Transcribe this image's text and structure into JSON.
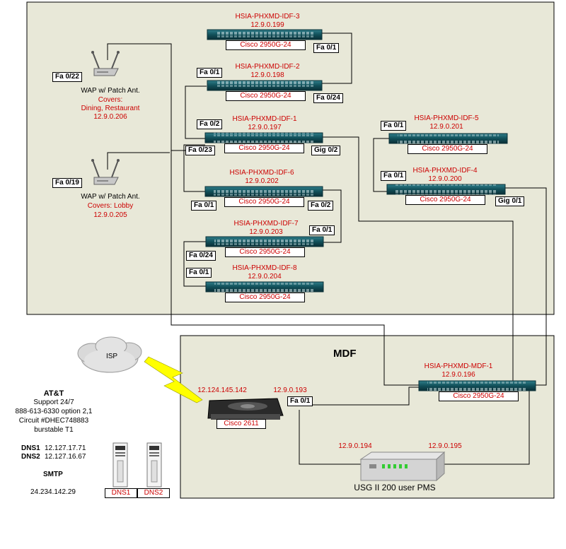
{
  "switches": {
    "idf3": {
      "name": "HSIA-PHXMD-IDF-3",
      "ip": "12.9.0.199",
      "model": "Cisco 2950G-24"
    },
    "idf2": {
      "name": "HSIA-PHXMD-IDF-2",
      "ip": "12.9.0.198",
      "model": "Cisco 2950G-24"
    },
    "idf1": {
      "name": "HSIA-PHXMD-IDF-1",
      "ip": "12.9.0.197",
      "model": "Cisco 2950G-24"
    },
    "idf6": {
      "name": "HSIA-PHXMD-IDF-6",
      "ip": "12.9.0.202",
      "model": "Cisco 2950G-24"
    },
    "idf7": {
      "name": "HSIA-PHXMD-IDF-7",
      "ip": "12.9.0.203",
      "model": "Cisco 2950G-24"
    },
    "idf8": {
      "name": "HSIA-PHXMD-IDF-8",
      "ip": "12.9.0.204",
      "model": "Cisco 2950G-24"
    },
    "idf5": {
      "name": "HSIA-PHXMD-IDF-5",
      "ip": "12.9.0.201",
      "model": "Cisco 2950G-24"
    },
    "idf4": {
      "name": "HSIA-PHXMD-IDF-4",
      "ip": "12.9.0.200",
      "model": "Cisco 2950G-24"
    },
    "mdf1": {
      "name": "HSIA-PHXMD-MDF-1",
      "ip": "12.9.0.196",
      "model": "Cisco 2950G-24"
    }
  },
  "ports": {
    "idf3_fa01": "Fa 0/1",
    "idf2_fa01": "Fa 0/1",
    "idf2_fa024": "Fa 0/24",
    "idf1_fa02": "Fa 0/2",
    "idf1_fa023": "Fa 0/23",
    "idf1_gig02": "Gig 0/2",
    "idf6_fa01": "Fa 0/1",
    "idf6_fa02": "Fa 0/2",
    "idf7_fa01": "Fa 0/1",
    "idf7_fa024": "Fa 0/24",
    "idf8_fa01": "Fa 0/1",
    "idf5_fa01": "Fa 0/1",
    "idf4_fa01": "Fa 0/1",
    "idf4_gig01": "Gig 0/1",
    "wap1_fa022": "Fa 0/22",
    "wap2_fa019": "Fa 0/19",
    "router_fa01": "Fa 0/1"
  },
  "waps": {
    "wap1": {
      "label": "WAP w/ Patch Ant.",
      "covers": "Covers:",
      "area": "Dining, Restaurant",
      "ip": "12.9.0.206"
    },
    "wap2": {
      "label": "WAP w/ Patch Ant.",
      "covers": "Covers: Lobby",
      "ip": "12.9.0.205"
    }
  },
  "mdf": {
    "title": "MDF"
  },
  "isp": {
    "label": "ISP"
  },
  "router": {
    "model": "Cisco 2611",
    "wan_ip": "12.124.145.142",
    "lan_ip": "12.9.0.193"
  },
  "usg": {
    "label": "USG II 200 user PMS",
    "ip_left": "12.9.0.194",
    "ip_right": "12.9.0.195"
  },
  "carrier": {
    "name": "AT&T",
    "support": "Support 24/7",
    "phone": "888-613-6330 option 2,1",
    "circuit": "Circuit #DHEC748883",
    "service": "burstable T1"
  },
  "dns": {
    "dns1_label": "DNS1",
    "dns1_ip": "12.127.17.71",
    "dns2_label": "DNS2",
    "dns2_ip": "12.127.16.67",
    "server1": "DNS1",
    "server2": "DNS2"
  },
  "smtp": {
    "label": "SMTP",
    "ip": "24.234.142.29"
  },
  "colors": {
    "panel": "#e8e8d8",
    "label_red": "#cc0000",
    "switch_body": "#12505a"
  }
}
